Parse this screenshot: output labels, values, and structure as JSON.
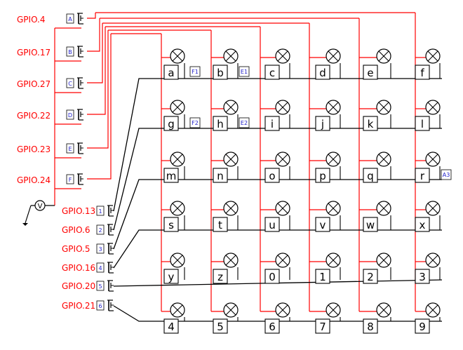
{
  "row_gpio_labels": [
    "GPIO.4",
    "GPIO.17",
    "GPIO.27",
    "GPIO.22",
    "GPIO.23",
    "GPIO.24"
  ],
  "row_switch_labels": [
    "A",
    "B",
    "C",
    "D",
    "E",
    "F"
  ],
  "col_gpio_labels": [
    "GPIO.13",
    "GPIO.6",
    "GPIO.5",
    "GPIO.16",
    "GPIO.20",
    "GPIO.21"
  ],
  "col_switch_labels": [
    "1",
    "2",
    "3",
    "4",
    "5",
    "6"
  ],
  "voltmeter_label": "V",
  "cells": [
    [
      "a",
      "b",
      "c",
      "d",
      "e",
      "f"
    ],
    [
      "g",
      "h",
      "i",
      "j",
      "k",
      "l"
    ],
    [
      "m",
      "n",
      "o",
      "p",
      "q",
      "r"
    ],
    [
      "s",
      "t",
      "u",
      "v",
      "w",
      "x"
    ],
    [
      "y",
      "z",
      "0",
      "1",
      "2",
      "3"
    ],
    [
      "4",
      "5",
      "6",
      "7",
      "8",
      "9"
    ]
  ],
  "tags": [
    {
      "text": "F1",
      "row": 0,
      "col": 0
    },
    {
      "text": "E1",
      "row": 0,
      "col": 1
    },
    {
      "text": "F2",
      "row": 1,
      "col": 0
    },
    {
      "text": "E2",
      "row": 1,
      "col": 1
    },
    {
      "text": "A3",
      "row": 2,
      "col": 5
    }
  ],
  "colors": {
    "row_wire": "#ff0000",
    "col_wire": "#000000",
    "label_blue": "#2222cc"
  }
}
